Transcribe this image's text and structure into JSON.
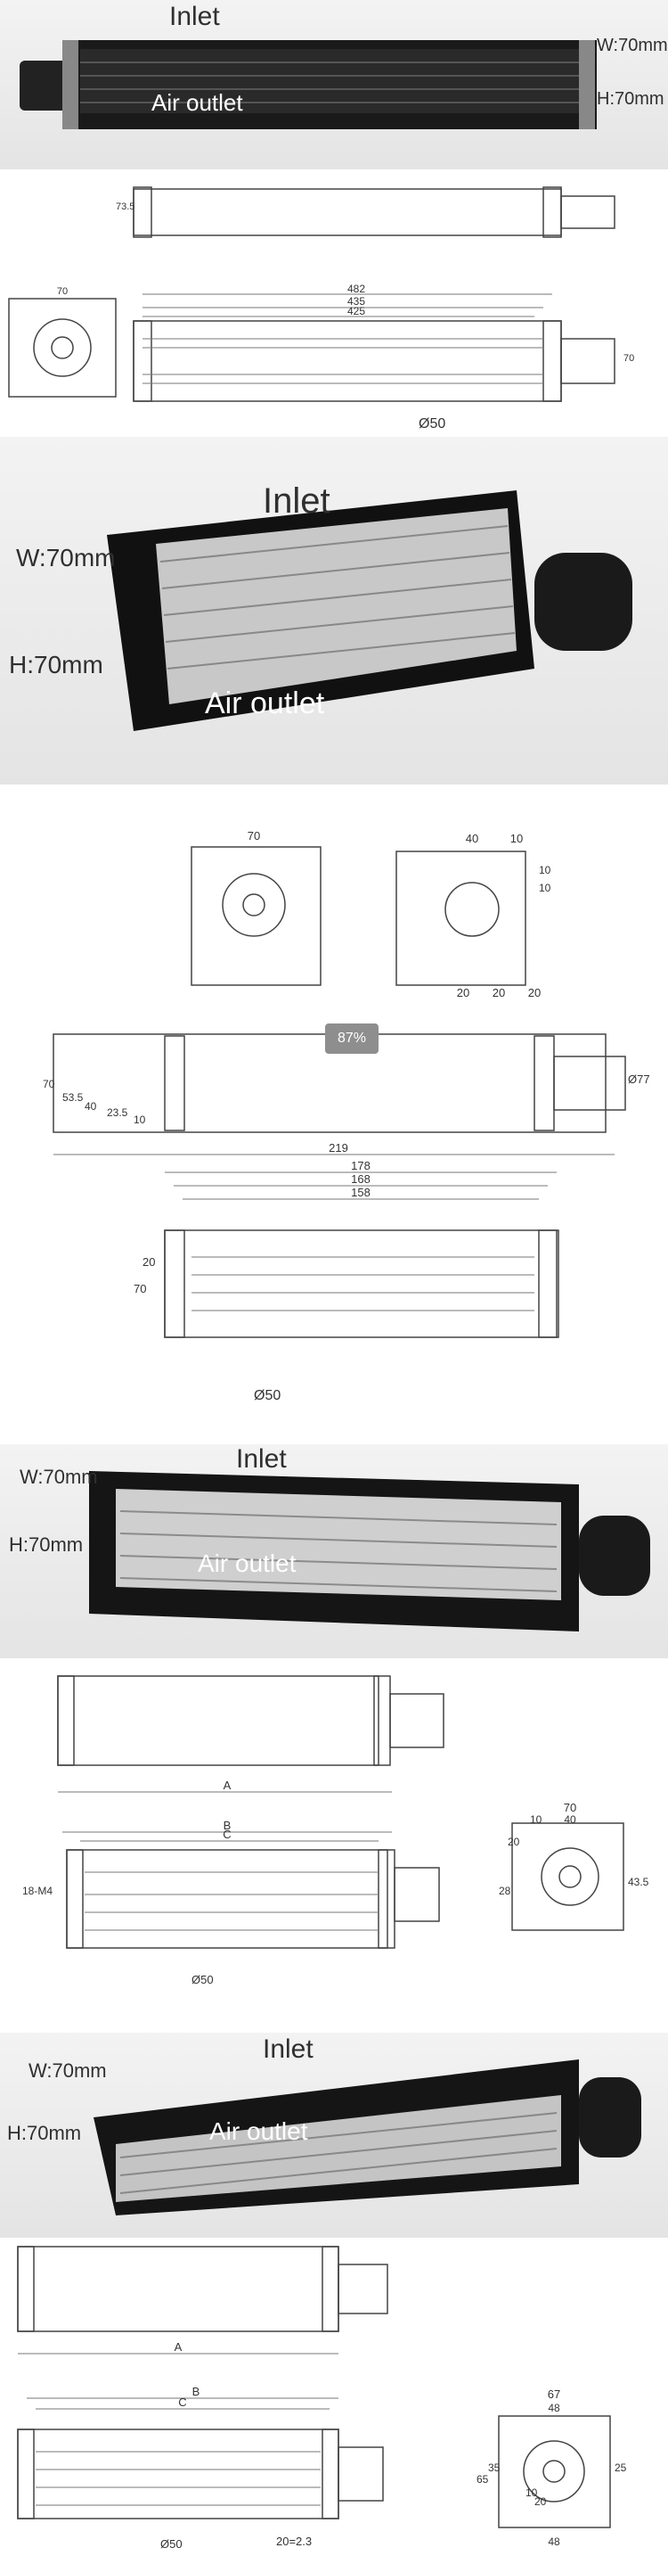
{
  "panels": [
    {
      "inlet": "Inlet",
      "outlet": "Air outlet",
      "width": "W:70mm",
      "height": "H:70mm"
    },
    {
      "inlet": "Inlet",
      "outlet": "Air outlet",
      "width": "W:70mm",
      "height": "H:70mm"
    },
    {
      "inlet": "Inlet",
      "outlet": "Air outlet",
      "width": "W:70mm",
      "height": "H:70mm"
    },
    {
      "inlet": "Inlet",
      "outlet": "Air outlet",
      "width": "W:70mm",
      "height": "H:70mm"
    }
  ],
  "drawing1": {
    "dims": [
      "482",
      "435",
      "425",
      "Ø50",
      "70",
      "73.5",
      "70"
    ]
  },
  "drawing2": {
    "front_top": "70",
    "side_top": "40",
    "side_small": "10",
    "dims_left": [
      "70",
      "53.5",
      "40",
      "23.5",
      "10"
    ],
    "total": "219",
    "d77": "Ø77",
    "d178": "178",
    "d168": "168",
    "d158": "158",
    "d20": "20",
    "d70": "70",
    "phi50": "Ø50",
    "bottom": [
      "20",
      "20",
      "20"
    ],
    "right": [
      "10",
      "10"
    ]
  },
  "drawing3": {
    "A": "A",
    "B": "B",
    "C": "C",
    "phi50": "Ø50",
    "m4": "18-M4",
    "side": {
      "d70": "70",
      "d40": "40",
      "d10": "10",
      "d20": "20",
      "d28": "28",
      "d43_5": "43.5"
    }
  },
  "drawing4": {
    "A": "A",
    "B": "B",
    "C": "C",
    "phi50": "Ø50",
    "d67": "67",
    "d48": "48",
    "d65": "65",
    "d35": "35",
    "d25": "25",
    "d10": "10",
    "d20": "20",
    "d20x23": "20=2.3"
  },
  "progress_badge": "87%"
}
